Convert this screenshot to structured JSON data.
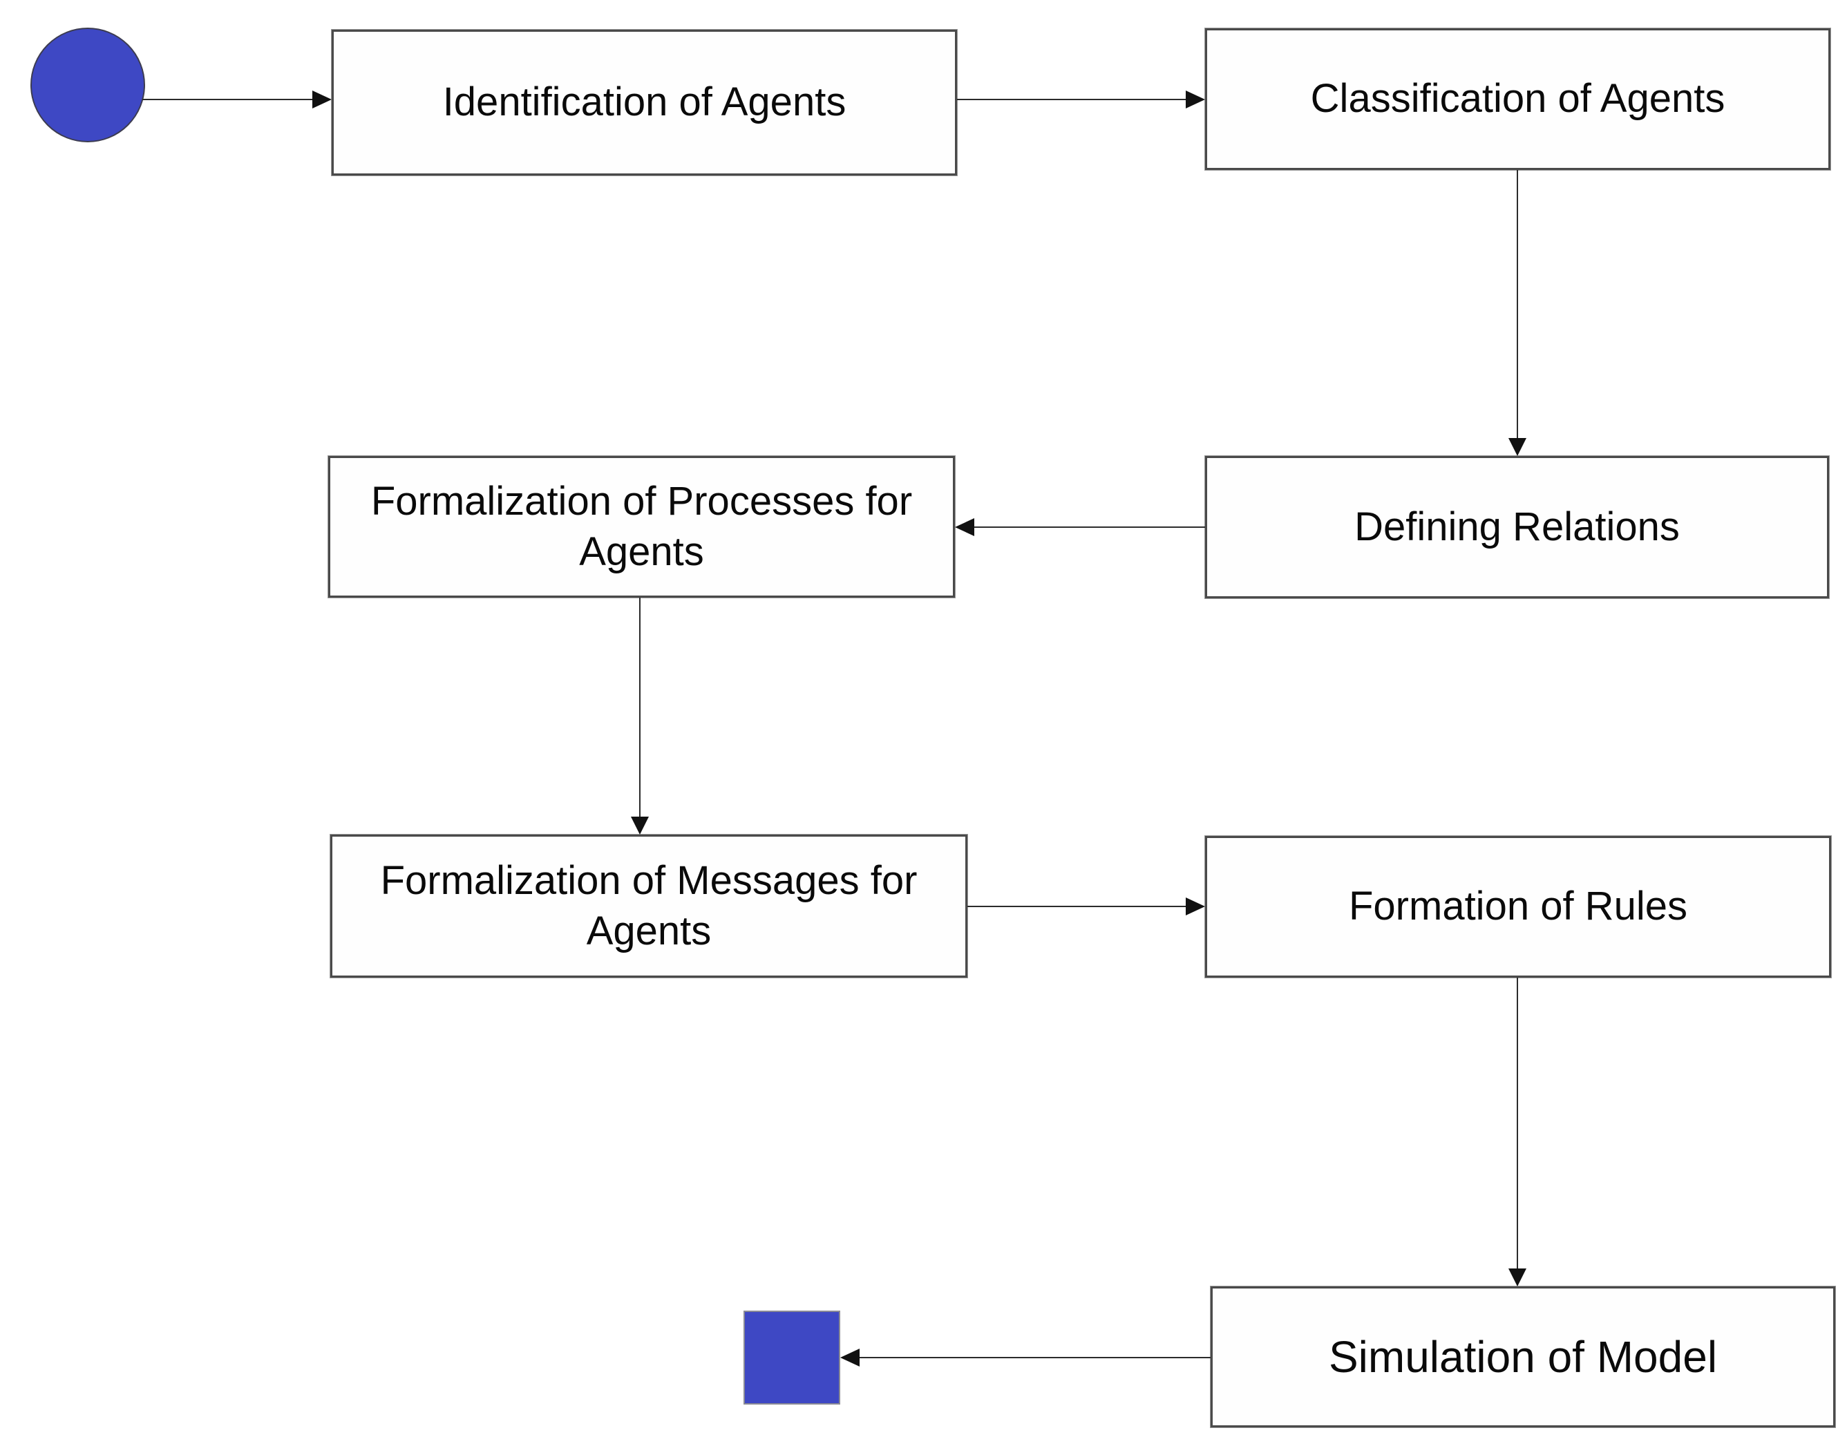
{
  "flowchart": {
    "nodes": {
      "identification": {
        "label": "Identification of Agents"
      },
      "classification": {
        "label": "Classification of Agents"
      },
      "defining_relations": {
        "label": "Defining Relations"
      },
      "formalization_processes": {
        "label": "Formalization of Processes for Agents"
      },
      "formalization_messages": {
        "label": "Formalization of Messages for Agents"
      },
      "formation_rules": {
        "label": "Formation of Rules"
      },
      "simulation": {
        "label": "Simulation of Model"
      }
    },
    "terminals": {
      "start": "start-circle",
      "end": "end-square"
    },
    "edges": [
      {
        "from": "start",
        "to": "Identification of Agents"
      },
      {
        "from": "Identification of Agents",
        "to": "Classification of Agents"
      },
      {
        "from": "Classification of Agents",
        "to": "Defining Relations"
      },
      {
        "from": "Defining Relations",
        "to": "Formalization of Processes for Agents"
      },
      {
        "from": "Formalization of Processes for Agents",
        "to": "Formalization of Messages for Agents"
      },
      {
        "from": "Formalization of Messages for Agents",
        "to": "Formation of Rules"
      },
      {
        "from": "Formation of Rules",
        "to": "Simulation of Model"
      },
      {
        "from": "Simulation of Model",
        "to": "end"
      }
    ],
    "colors": {
      "terminal_fill": "#3e48c4",
      "box_border": "#4a4a4a",
      "edge_line": "#2b2b2b",
      "arrow_head": "#111111",
      "background": "#ffffff",
      "text": "#0a0a0a"
    }
  }
}
